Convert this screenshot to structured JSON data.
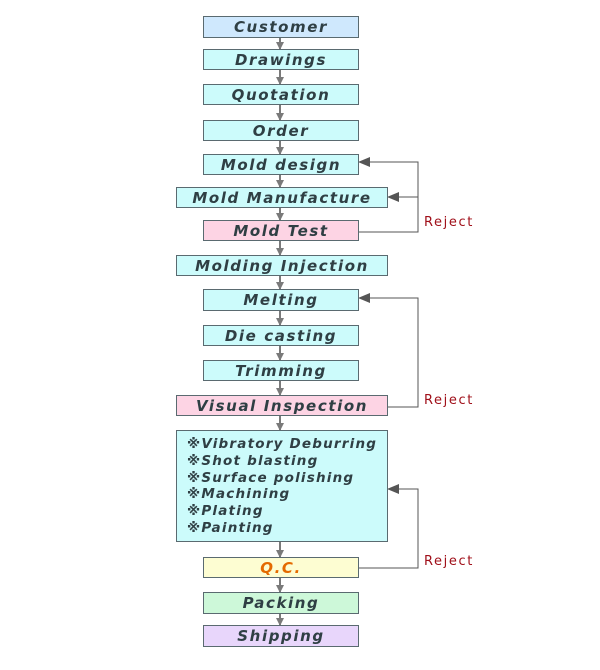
{
  "steps": {
    "customer": "Customer",
    "drawings": "Drawings",
    "quotation": "Quotation",
    "order": "Order",
    "mold_design": "Mold design",
    "mold_manufacture": "Mold Manufacture",
    "mold_test": "Mold Test",
    "molding_injection": "Molding Injection",
    "melting": "Melting",
    "die_casting": "Die casting",
    "trimming": "Trimming",
    "visual_inspection": "Visual Inspection",
    "finishing": [
      "※Vibratory Deburring",
      "※Shot blasting",
      "※Surface polishing",
      "※Machining",
      "※Plating",
      "※Painting"
    ],
    "qc": "Q.C.",
    "packing": "Packing",
    "shipping": "Shipping"
  },
  "loops": {
    "reject_1": "Reject",
    "reject_2": "Reject",
    "reject_3": "Reject"
  },
  "colors": {
    "step_fill": "#ccfbfb",
    "customer_fill": "#cfe8fd",
    "inspection_fill": "#fdd4e4",
    "qc_fill": "#fdfdd2",
    "packing_fill": "#cdf8d9",
    "shipping_fill": "#e8d6fb",
    "qc_text": "#e46a00",
    "reject_text": "#a0101a",
    "connector": "#7a7a7a"
  }
}
